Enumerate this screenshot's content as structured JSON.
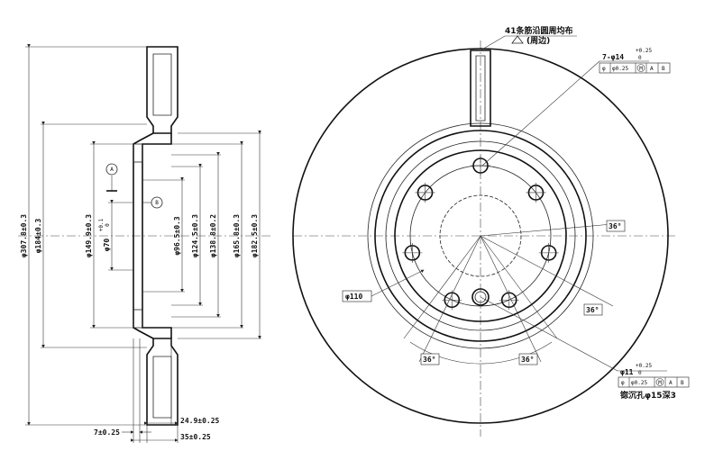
{
  "side_view": {
    "vertical_dims": [
      "φ307.8±0.3",
      "φ184±0.3",
      "φ149.9±0.3",
      "φ70",
      "φ96.5±0.3",
      "φ124.5±0.3",
      "φ138.8±0.2",
      "φ165.8±0.3",
      "φ182.5±0.3"
    ],
    "bore_tolerance_upper": "+0.1",
    "bore_tolerance_lower": "0",
    "datum_a": "A",
    "datum_b": "B",
    "bottom_dims": [
      "24.9±0.25",
      "7±0.25",
      "35±0.25"
    ]
  },
  "front_view": {
    "vent_note_line1": "41条筋沿圆周均布",
    "vent_note_line2": "(周边)",
    "hole_callout": {
      "label": "7-φ14",
      "tol_upper": "+0.25",
      "tol_lower": "0",
      "fcf": [
        "φ",
        "φ0.25",
        "M",
        "A",
        "B"
      ]
    },
    "pcd_label": "φ110",
    "angles": [
      "36°",
      "36°",
      "36°",
      "36°"
    ],
    "bottom_callout": {
      "label": "φ11",
      "tol_upper": "+0.25",
      "tol_lower": "0",
      "fcf": [
        "φ",
        "φ0.25",
        "M",
        "A",
        "B"
      ],
      "note": "锪沉孔φ15深3"
    }
  }
}
